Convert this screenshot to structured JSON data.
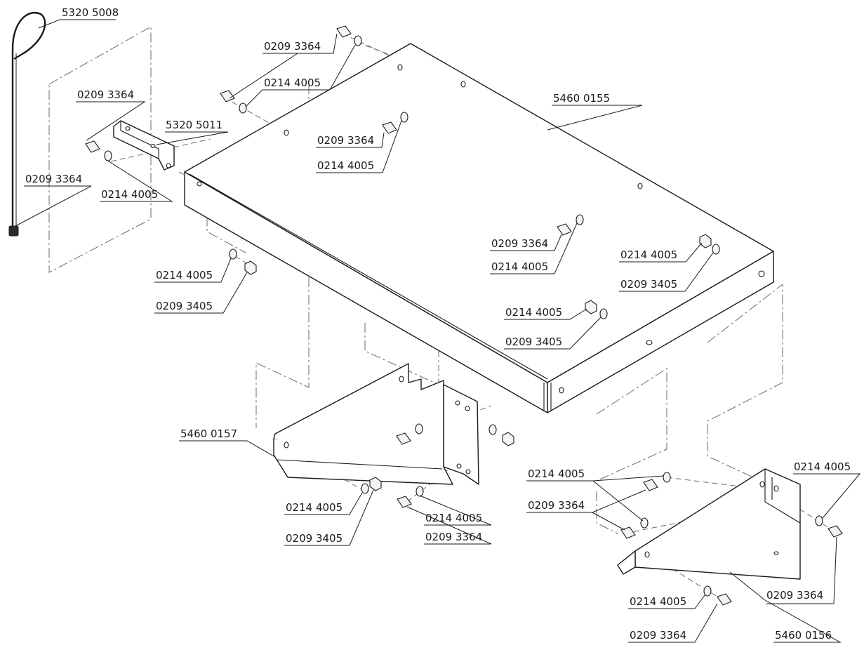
{
  "diagram": {
    "parts": {
      "pin": "5320 5008",
      "bracket_small": "5320 5011",
      "tray": "5460 0155",
      "support_left": "5460 0157",
      "support_right": "5460 0156"
    },
    "fasteners": {
      "bolt": "0209 3364",
      "washer": "0214 4005",
      "nut": "0209 3405"
    }
  }
}
